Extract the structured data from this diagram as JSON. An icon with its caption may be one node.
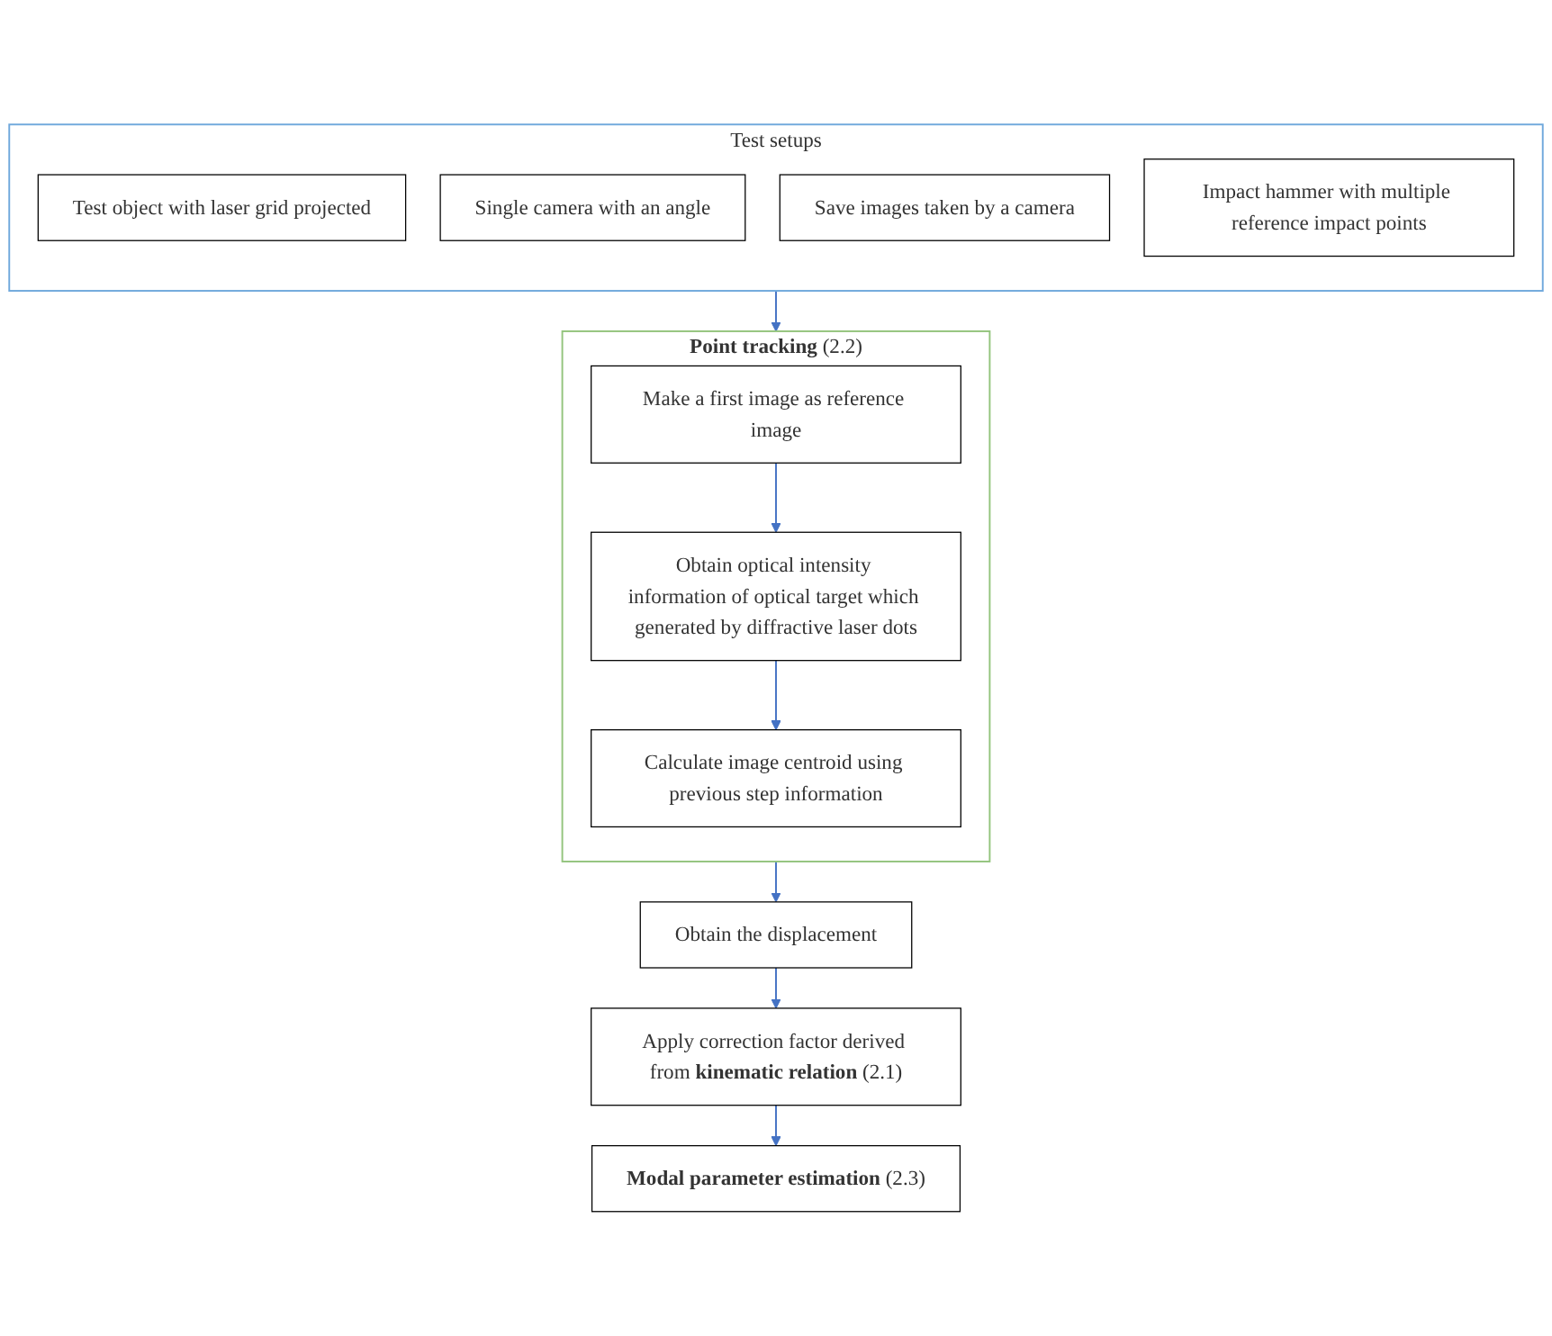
{
  "diagram": {
    "nodes": [
      {
        "text": [
          "Test setups"
        ]
      },
      {
        "text": [
          "Test object with laser grid projected"
        ],
        "in": 0
      },
      {
        "text": [
          "Single camera with an angle"
        ],
        "in": 0
      },
      {
        "text": [
          "Save images taken by a camera"
        ],
        "in": 0
      },
      {
        "text": [
          "Impact hammer with multiple reference impact points"
        ],
        "in": 0
      },
      {
        "text": [
          "**Point tracking** (2.2)"
        ]
      },
      {
        "text": [
          "Make a first image as reference image"
        ],
        "in": 5
      },
      {
        "text": [
          "Obtain optical intensity information of optical target which generated by diffractive laser dots"
        ],
        "in": 5
      },
      {
        "text": [
          "Calculate image centroid using previous step information"
        ],
        "in": 5
      },
      {
        "text": [
          "Obtain the displacement"
        ]
      },
      {
        "text": [
          "Apply correction factor derived from **kinematic relation** (2.1)"
        ]
      },
      {
        "text": [
          "**Modal parameter estimation** (2.3)"
        ]
      }
    ],
    "edges": [
      {
        "from": 0,
        "to": 5,
        "arrow": "to"
      },
      {
        "from": 6,
        "to": 7,
        "arrow": "to"
      },
      {
        "from": 7,
        "to": 8,
        "arrow": "to"
      },
      {
        "from": 5,
        "to": 9,
        "arrow": "to"
      },
      {
        "from": 9,
        "to": 10,
        "arrow": "to"
      },
      {
        "from": 10,
        "to": 11,
        "arrow": "to"
      }
    ]
  }
}
